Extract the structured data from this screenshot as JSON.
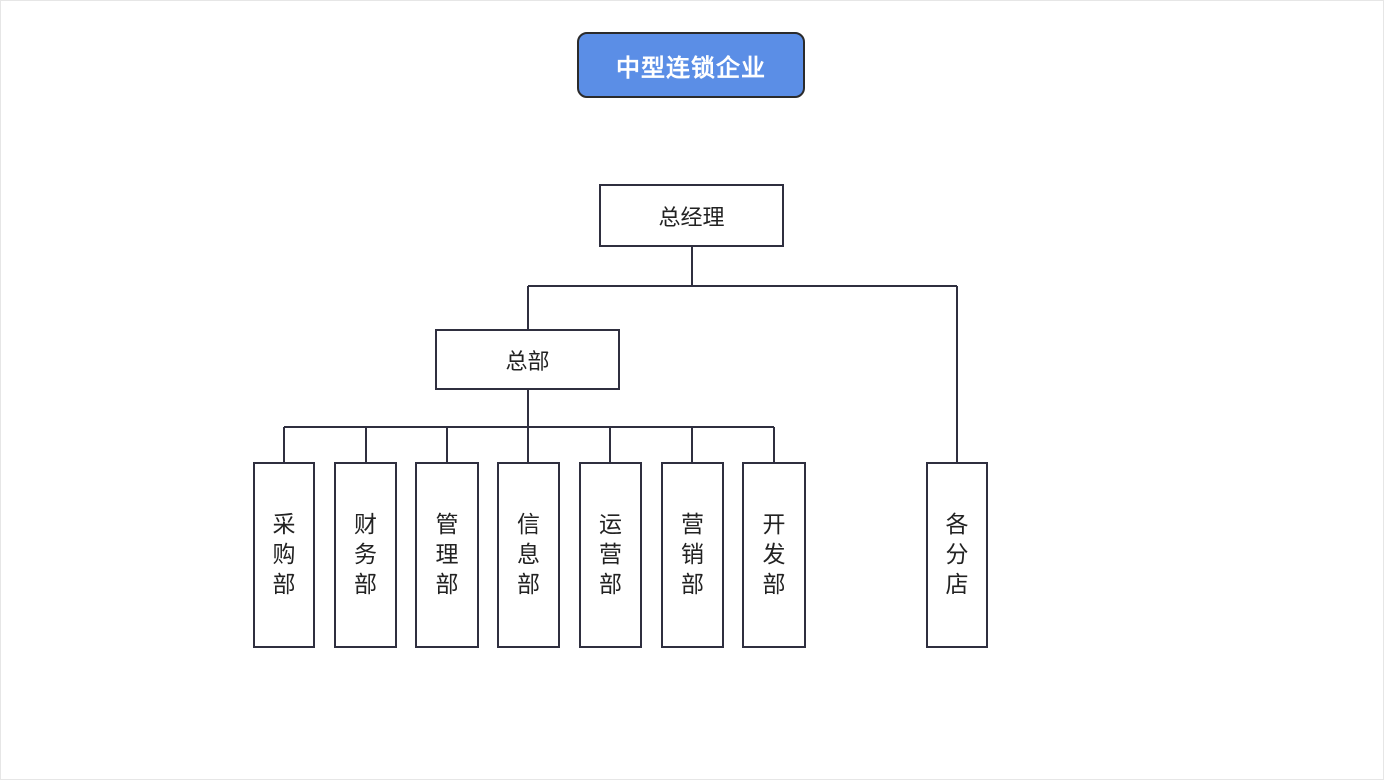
{
  "diagram": {
    "title": "中型连锁企业",
    "nodes": {
      "gm": "总经理",
      "hq": "总部",
      "branches": "各分店"
    },
    "departments": [
      "采购部",
      "财务部",
      "管理部",
      "信息部",
      "运营部",
      "营销部",
      "开发部"
    ],
    "colors": {
      "title_fill": "#5b8ee6",
      "title_text": "#ffffff",
      "line": "#2f2f3f"
    }
  }
}
